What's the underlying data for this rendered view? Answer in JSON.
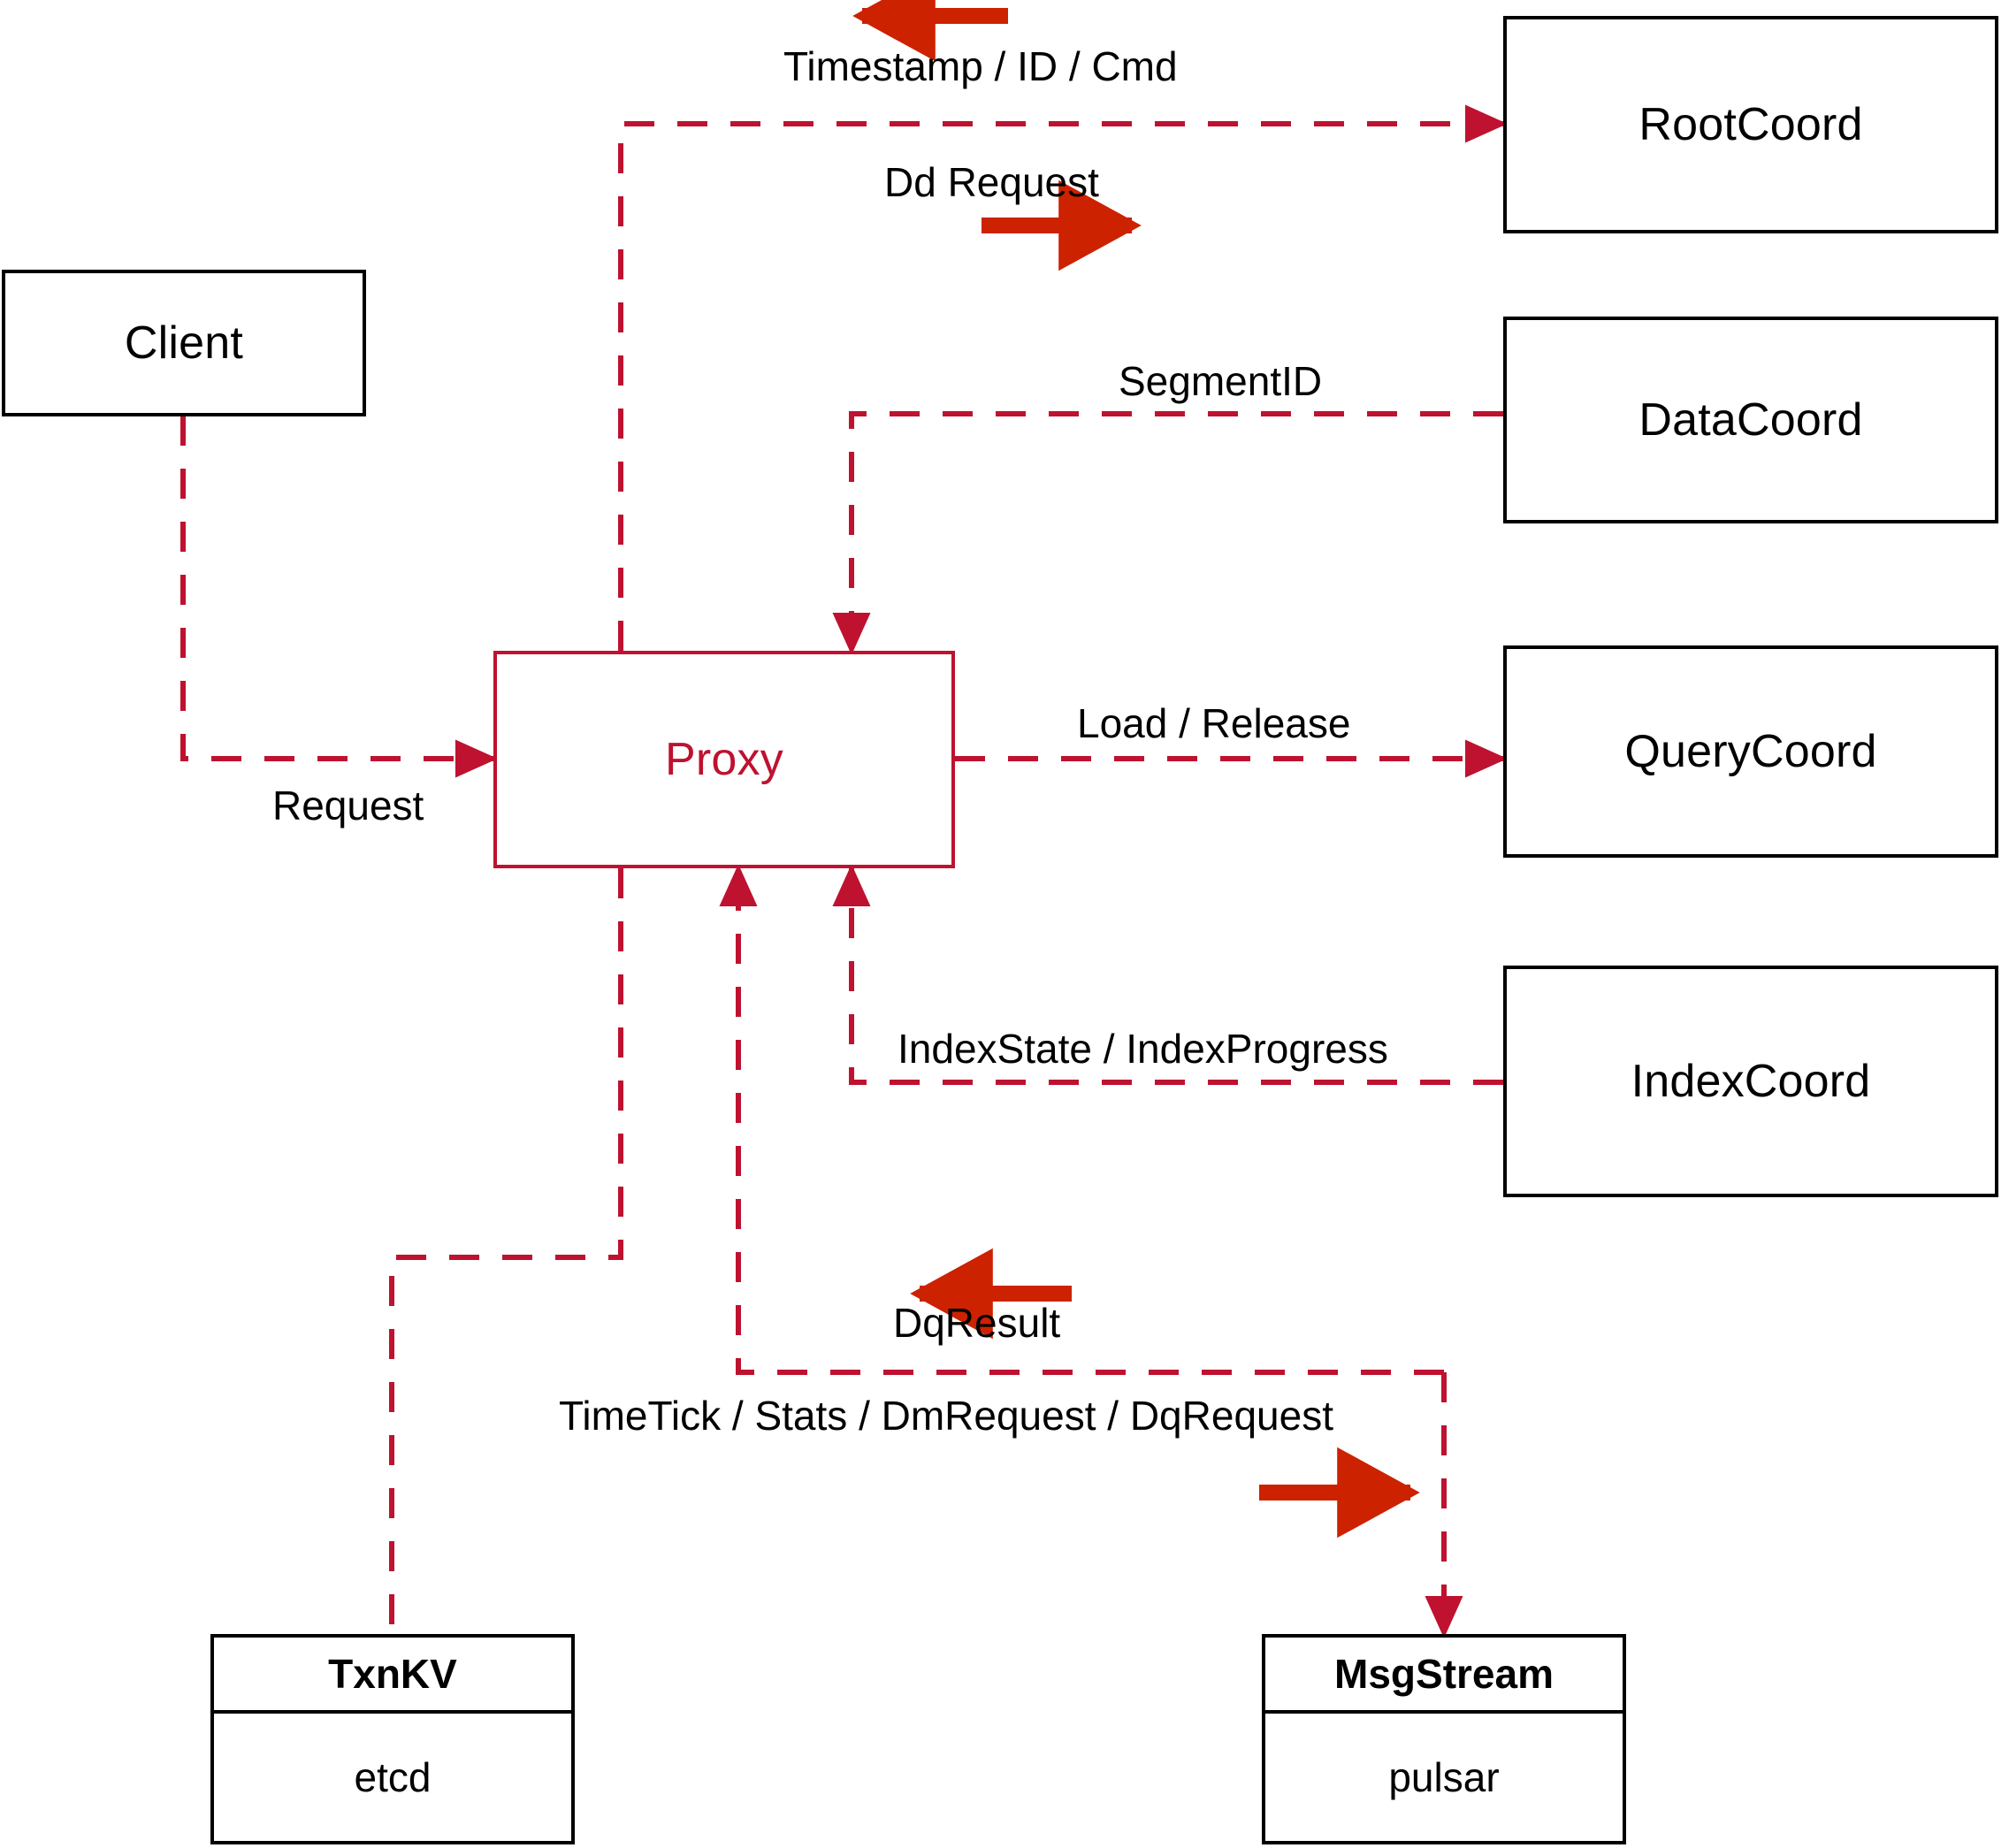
{
  "diagram": {
    "title": "Proxy component interaction diagram",
    "colors": {
      "node_border": "#000000",
      "proxy_accent": "#BE1230",
      "dashed_line": "#BE1230",
      "bold_arrow": "#CC2200",
      "background": "#FFFFFF"
    }
  },
  "nodes": {
    "client": {
      "label": "Client"
    },
    "proxy": {
      "label": "Proxy"
    },
    "root_coord": {
      "label": "RootCoord"
    },
    "data_coord": {
      "label": "DataCoord"
    },
    "query_coord": {
      "label": "QueryCoord"
    },
    "index_coord": {
      "label": "IndexCoord"
    },
    "txnkv": {
      "header": "TxnKV",
      "body": "etcd"
    },
    "msgstream": {
      "header": "MsgStream",
      "body": "pulsar"
    }
  },
  "edges": [
    {
      "id": "timestamp-id-cmd",
      "label": "Timestamp / ID / Cmd",
      "from": "RootCoord",
      "to": "Proxy",
      "direction": "left"
    },
    {
      "id": "dd-request",
      "label": "Dd Request",
      "from": "Proxy",
      "to": "RootCoord",
      "direction": "right"
    },
    {
      "id": "segment-id",
      "label": "SegmentID",
      "from": "DataCoord",
      "to": "Proxy",
      "direction": "left"
    },
    {
      "id": "request",
      "label": "Request",
      "from": "Client",
      "to": "Proxy",
      "direction": "right"
    },
    {
      "id": "load-release",
      "label": "Load / Release",
      "from": "Proxy",
      "to": "QueryCoord",
      "direction": "right"
    },
    {
      "id": "index-state-progress",
      "label": "IndexState / IndexProgress",
      "from": "IndexCoord",
      "to": "Proxy",
      "direction": "left"
    },
    {
      "id": "dq-result",
      "label": "DqResult",
      "from": "MsgStream",
      "to": "Proxy",
      "direction": "left"
    },
    {
      "id": "timetick-stats-dm-dq",
      "label": "TimeTick / Stats / DmRequest / DqRequest",
      "from": "Proxy",
      "to": "MsgStream",
      "direction": "right"
    },
    {
      "id": "proxy-txnkv",
      "label": "",
      "from": "Proxy",
      "to": "TxnKV",
      "direction": "down"
    }
  ]
}
